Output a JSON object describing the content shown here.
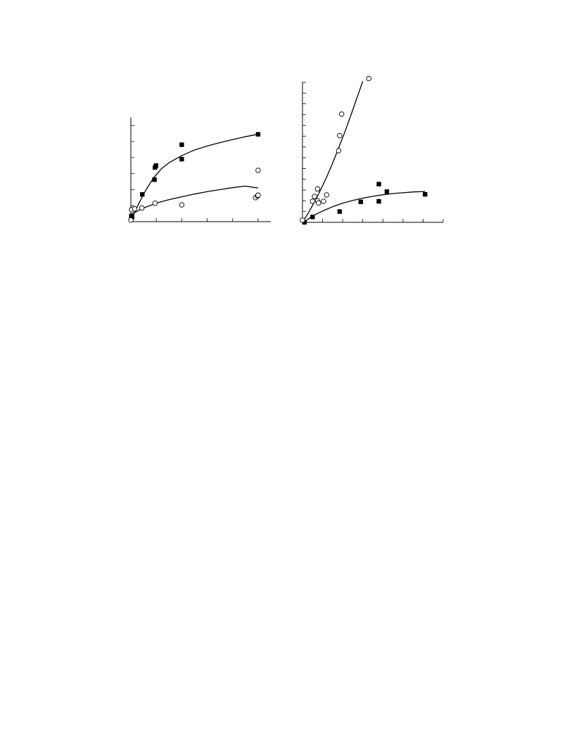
{
  "colors": {
    "ink": "#000000",
    "open_fill": "#ffffff"
  },
  "chart_data": [
    {
      "type": "scatter",
      "title": "",
      "xlabel": "",
      "ylabel": "",
      "xlim": [
        0,
        5.5
      ],
      "ylim": [
        0,
        6.5
      ],
      "x_ticks": [
        0,
        1,
        2,
        3,
        4,
        5
      ],
      "y_ticks": [
        0,
        1,
        2,
        3,
        4,
        5,
        6,
        7
      ],
      "grid": false,
      "legend": "none",
      "series": [
        {
          "marker": "filled-square",
          "points": [
            [
              0.02,
              0.35
            ],
            [
              0.05,
              0.28
            ],
            [
              0.45,
              1.7
            ],
            [
              0.93,
              2.62
            ],
            [
              0.95,
              3.38
            ],
            [
              0.99,
              3.5
            ],
            [
              2.0,
              3.9
            ],
            [
              2.0,
              4.8
            ],
            [
              5.0,
              5.45
            ]
          ],
          "fit": [
            [
              0,
              0.05
            ],
            [
              0.3,
              1.1
            ],
            [
              0.6,
              2.0
            ],
            [
              0.9,
              2.75
            ],
            [
              1.2,
              3.3
            ],
            [
              1.5,
              3.68
            ],
            [
              2.0,
              4.12
            ],
            [
              2.5,
              4.47
            ],
            [
              3.0,
              4.72
            ],
            [
              3.5,
              4.93
            ],
            [
              4.0,
              5.12
            ],
            [
              4.5,
              5.3
            ],
            [
              5.0,
              5.46
            ]
          ]
        },
        {
          "marker": "open-circle",
          "points": [
            [
              0.0,
              0.1
            ],
            [
              0.03,
              0.75
            ],
            [
              0.15,
              0.8
            ],
            [
              0.43,
              0.85
            ],
            [
              0.95,
              1.15
            ],
            [
              2.0,
              1.05
            ],
            [
              4.9,
              1.5
            ],
            [
              4.98,
              1.6
            ],
            [
              5.0,
              1.65
            ],
            [
              5.0,
              3.2
            ]
          ],
          "fit": [
            [
              0,
              0.45
            ],
            [
              0.5,
              0.85
            ],
            [
              1.0,
              1.15
            ],
            [
              1.5,
              1.37
            ],
            [
              2.0,
              1.55
            ],
            [
              2.5,
              1.72
            ],
            [
              3.0,
              1.87
            ],
            [
              3.5,
              2.0
            ],
            [
              4.0,
              2.12
            ],
            [
              4.5,
              2.22
            ],
            [
              5.0,
              2.1
            ]
          ]
        }
      ]
    },
    {
      "type": "scatter",
      "title": "",
      "xlabel": "",
      "ylabel": "",
      "xlim": [
        0,
        7
      ],
      "ylim": [
        0,
        13
      ],
      "x_ticks": [
        0,
        1,
        2,
        3,
        4,
        5,
        6,
        7
      ],
      "y_ticks": [
        0,
        1,
        2,
        3,
        4,
        5,
        6,
        7,
        8,
        9,
        10,
        11,
        12,
        13
      ],
      "grid": false,
      "legend": "none",
      "series": [
        {
          "marker": "filled-square",
          "points": [
            [
              0.1,
              0.0
            ],
            [
              0.5,
              0.5
            ],
            [
              1.85,
              1.0
            ],
            [
              2.9,
              1.9
            ],
            [
              3.8,
              1.95
            ],
            [
              3.8,
              3.55
            ],
            [
              4.2,
              2.85
            ],
            [
              6.1,
              2.6
            ]
          ],
          "fit": [
            [
              0.1,
              0.05
            ],
            [
              0.5,
              0.6
            ],
            [
              1.0,
              1.05
            ],
            [
              1.5,
              1.45
            ],
            [
              2.0,
              1.78
            ],
            [
              2.5,
              2.03
            ],
            [
              3.0,
              2.25
            ],
            [
              3.5,
              2.42
            ],
            [
              4.0,
              2.56
            ],
            [
              4.5,
              2.67
            ],
            [
              5.0,
              2.75
            ],
            [
              5.5,
              2.82
            ],
            [
              6.1,
              2.87
            ]
          ]
        },
        {
          "marker": "open-circle",
          "points": [
            [
              0.0,
              0.2
            ],
            [
              0.5,
              1.95
            ],
            [
              0.6,
              2.4
            ],
            [
              0.75,
              2.0
            ],
            [
              0.75,
              3.1
            ],
            [
              0.8,
              1.8
            ],
            [
              1.05,
              1.95
            ],
            [
              1.2,
              2.55
            ],
            [
              1.8,
              6.65
            ],
            [
              1.85,
              8.05
            ],
            [
              1.95,
              10.05
            ],
            [
              3.3,
              13.35
            ]
          ],
          "fit": [
            [
              0.0,
              0.0
            ],
            [
              0.3,
              0.9
            ],
            [
              0.6,
              1.9
            ],
            [
              0.9,
              3.0
            ],
            [
              1.2,
              4.2
            ],
            [
              1.5,
              5.5
            ],
            [
              1.8,
              6.9
            ],
            [
              2.1,
              8.35
            ],
            [
              2.4,
              9.9
            ],
            [
              2.7,
              11.5
            ],
            [
              3.0,
              13.1
            ]
          ]
        }
      ]
    }
  ]
}
